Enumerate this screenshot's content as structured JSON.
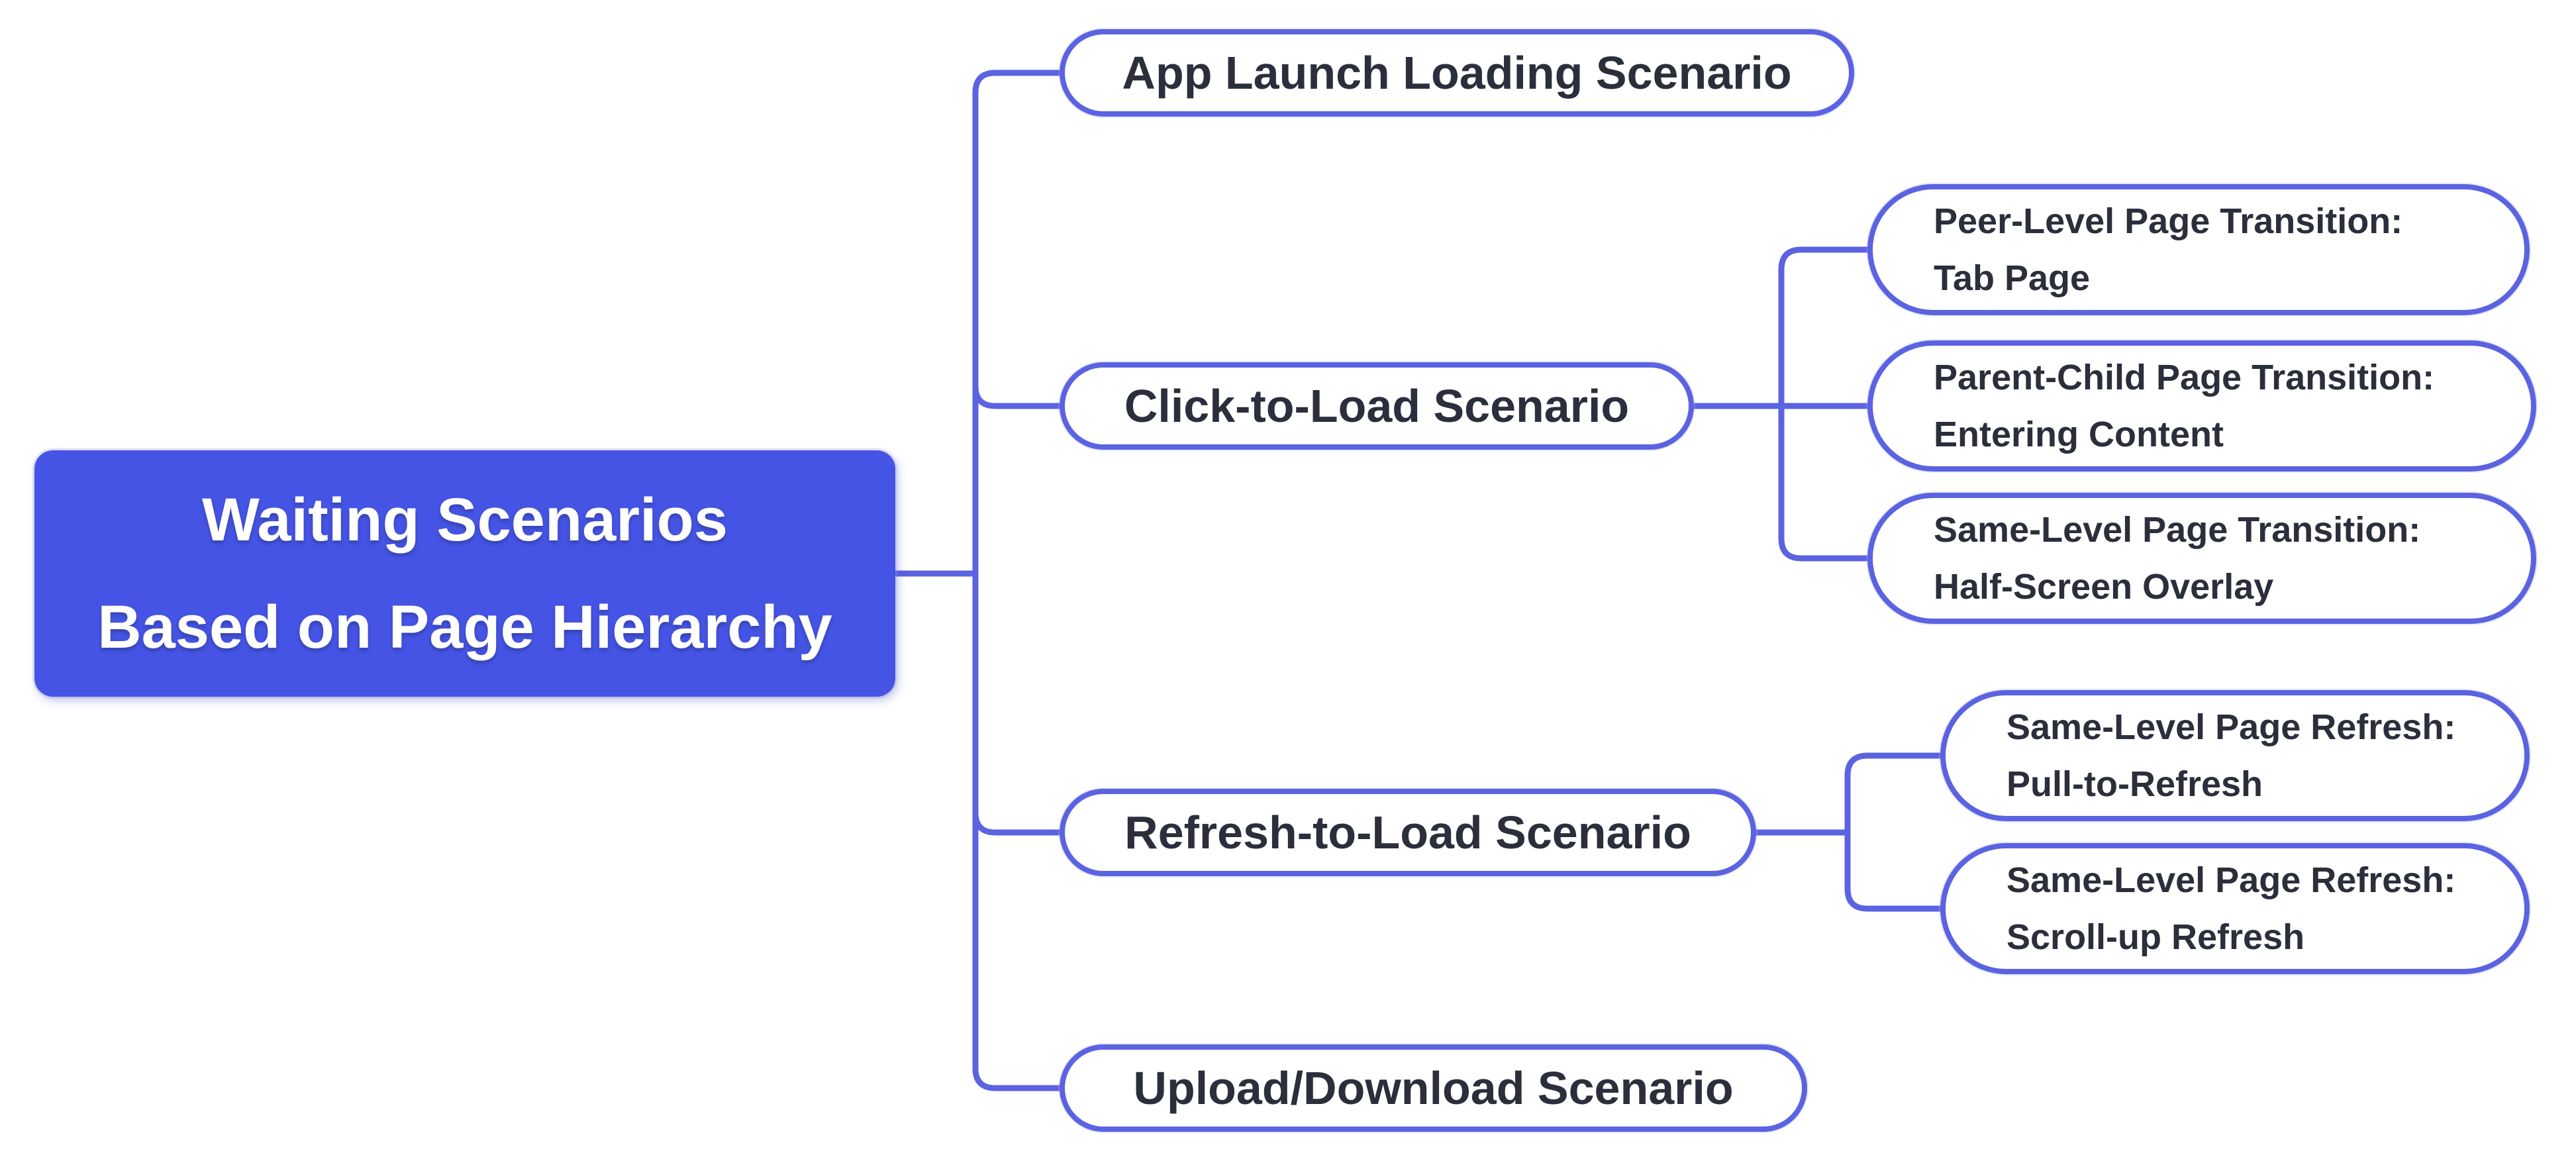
{
  "canvas": {
    "background_color": "#ffffff",
    "connector_color": "#5B63E1",
    "root_fill_color": "#4554E4",
    "root_text_color": "#ffffff",
    "node_border_color": "#5B63E1",
    "node_text_color": "#2B2F3C"
  },
  "mindmap": {
    "root": {
      "label": "Waiting Scenarios Based on Page Hierarchy",
      "label_line1": "Waiting Scenarios",
      "label_line2": "Based on Page Hierarchy"
    },
    "branches": [
      {
        "label": "App Launch Loading Scenario",
        "children": []
      },
      {
        "label": "Click-to-Load Scenario",
        "children": [
          {
            "line1": "Peer-Level Page Transition:",
            "line2": "Tab Page"
          },
          {
            "line1": "Parent-Child Page Transition:",
            "line2": "Entering Content"
          },
          {
            "line1": "Same-Level Page Transition:",
            "line2": "Half-Screen Overlay"
          }
        ]
      },
      {
        "label": "Refresh-to-Load Scenario",
        "children": [
          {
            "line1": "Same-Level Page Refresh:",
            "line2": "Pull-to-Refresh"
          },
          {
            "line1": "Same-Level Page Refresh:",
            "line2": "Scroll-up Refresh"
          }
        ]
      },
      {
        "label": "Upload/Download Scenario",
        "children": []
      }
    ]
  }
}
